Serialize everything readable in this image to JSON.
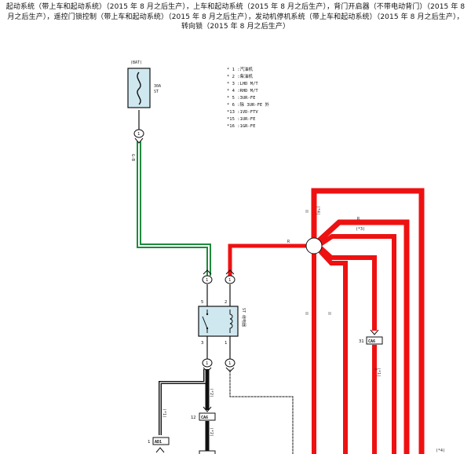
{
  "header": {
    "line1": "起动系统（带上车和起动系统）（2015 年 8 月之后生产），上车和起动系统（2015 年 8 月之后生产），背门开启器（不带电动背门）（2015 年 8",
    "line2": "月之后生产），遥控门锁控制（带上车和起动系统）（2015 年 8 月之后生产），发动机停机系统（带上车和起动系统）（2015 年 8 月之后生产），",
    "line3": "转向锁（2015 年 8 月之后生产）"
  },
  "legend": [
    "* 1 :汽油机",
    "* 2 :柴油机",
    "* 3 :LHD M/T",
    "* 4 :RHD M/T",
    "* 5 :3UR-FE",
    "* 6 :除 3UR-FE 外",
    "*13 :1VD-FTV",
    "*15 :1UR-FE",
    "*16 :1GR-FE"
  ],
  "fuse": {
    "source": "(BAT)",
    "rating": "30A",
    "name": "ST"
  },
  "relay": {
    "name": "ST 继电器",
    "pin_tl": "5",
    "pin_tr": "2",
    "pin_bl": "3",
    "pin_br": "1"
  },
  "connectors": {
    "c1_top": "1",
    "c_relay_in_l": "1",
    "c_relay_in_r": "1",
    "c_relay_out_l": "1",
    "c_relay_out_r": "1"
  },
  "boxes": {
    "cab_12": {
      "pin": "12",
      "label": "CA6"
    },
    "cab_31": {
      "pin": "31",
      "label": "CA6"
    },
    "ad1": {
      "pin": "1",
      "label": "AD1"
    }
  },
  "wire_labels": {
    "green": "G-B",
    "red_main": "R",
    "red_top": "R",
    "red_vert_1": "(*4)",
    "red_top_note": "(*3)",
    "red_mid": "(*1)",
    "black_1": "(*2)",
    "black_2": "(*1)",
    "black_3": "(*2)",
    "bottom_right": "(*4)"
  },
  "colors": {
    "red": "#ee1111",
    "green": "#1e8a3c",
    "black": "#111111",
    "relay_fill": "#cfe8f0",
    "fuse_fill": "#cfe8f0"
  }
}
